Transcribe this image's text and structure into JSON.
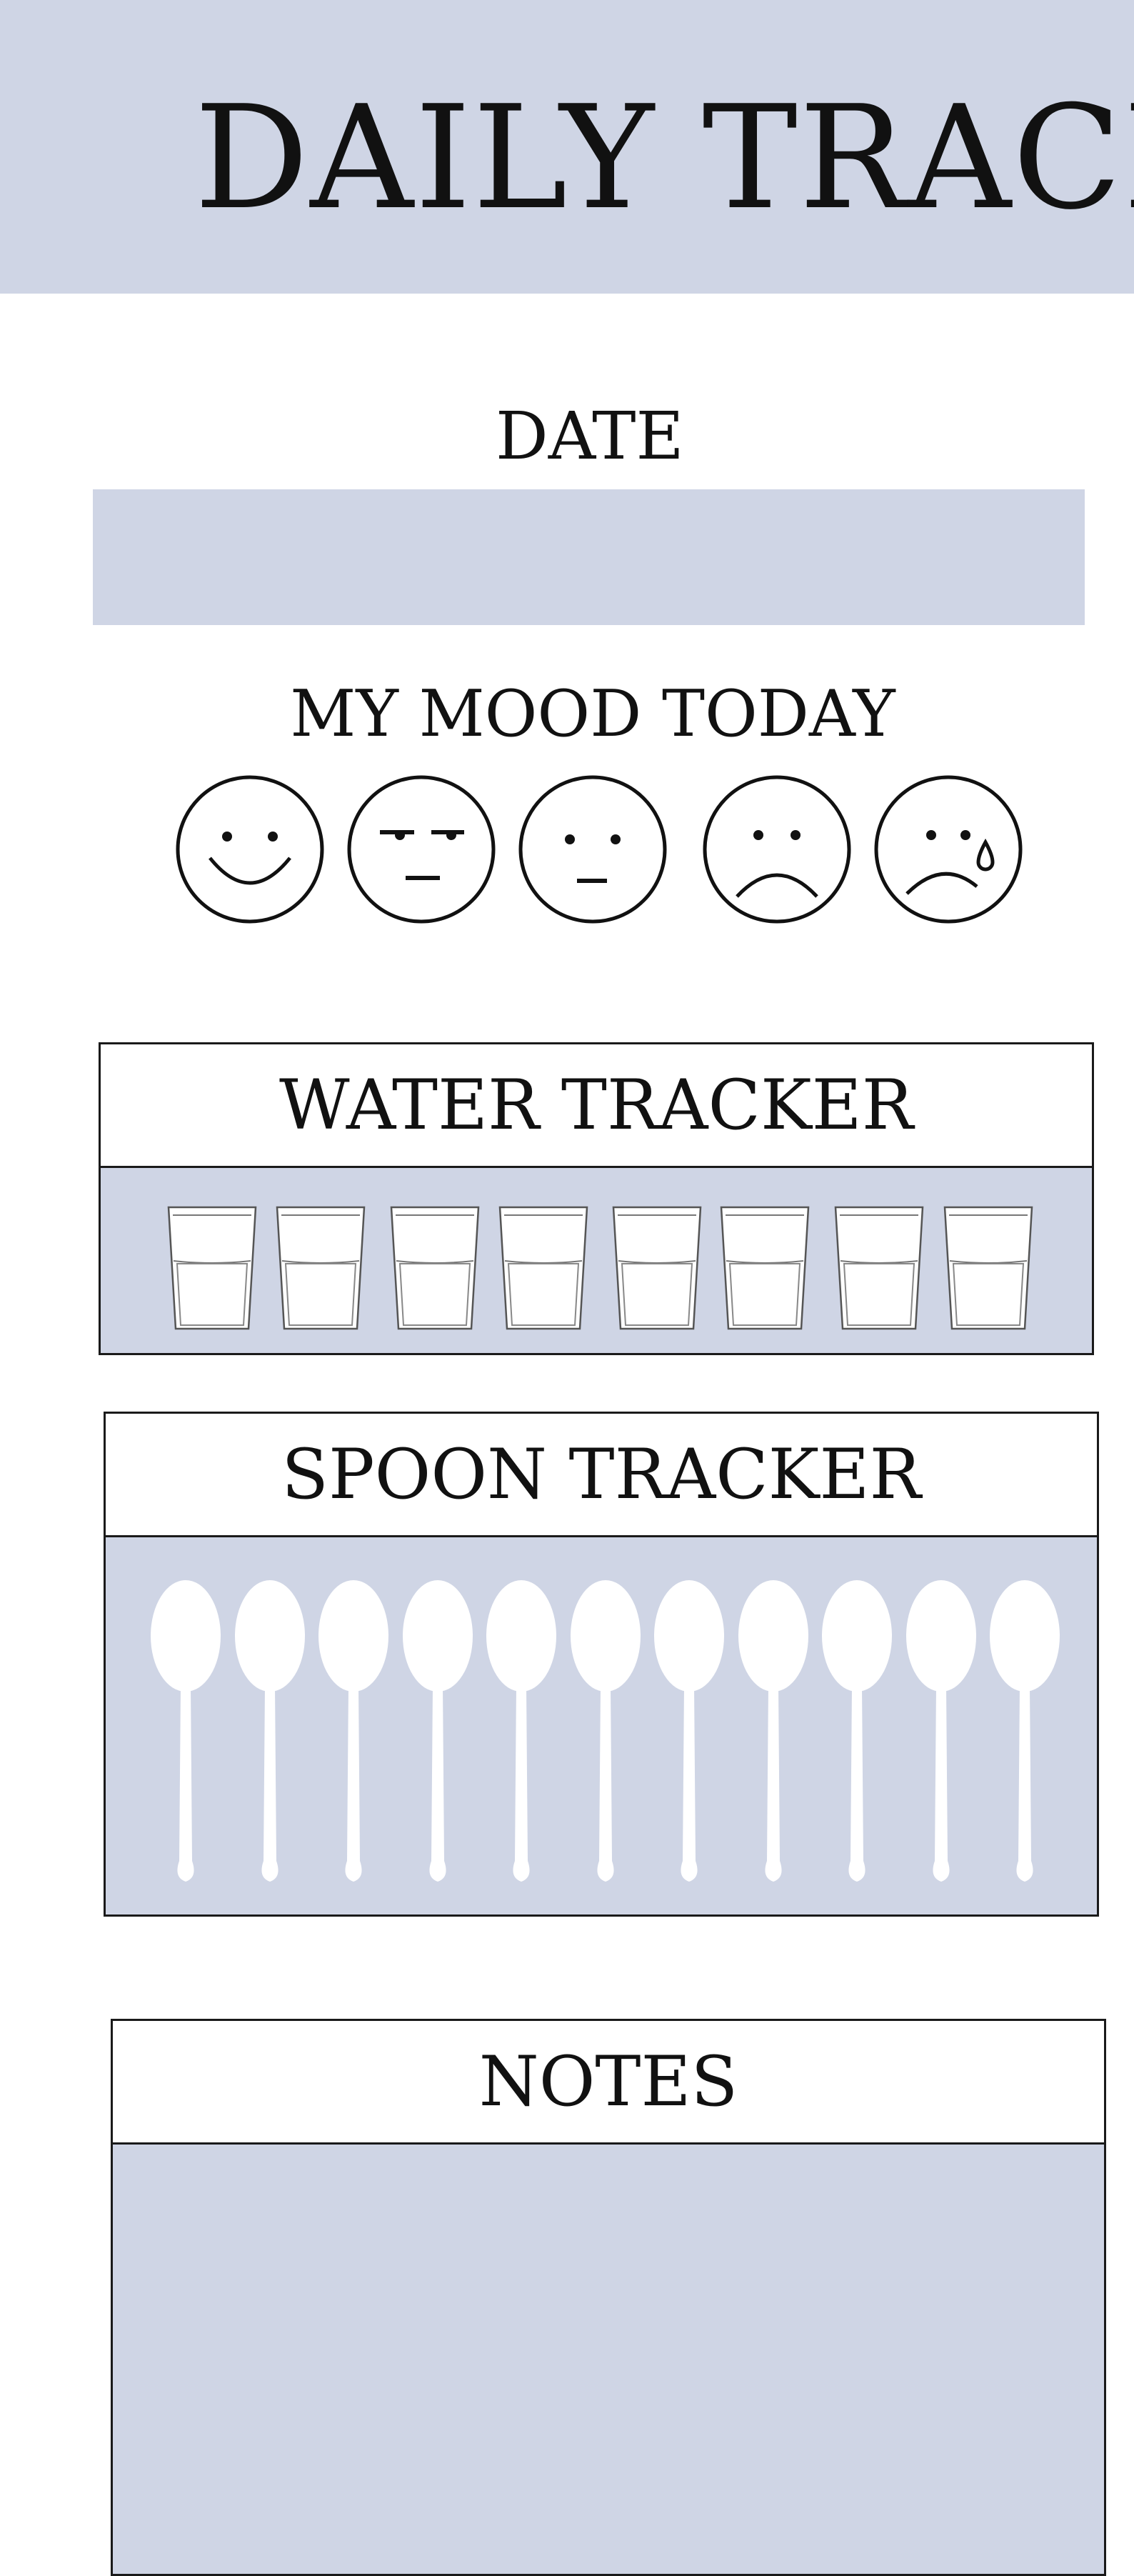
{
  "header": {
    "title": "DAILY TRACK"
  },
  "date": {
    "label": "DATE",
    "value": ""
  },
  "mood": {
    "label": "MY MOOD TODAY",
    "options": [
      "smile-icon",
      "annoyed-face-icon",
      "neutral-face-icon",
      "sad-face-icon",
      "crying-face-icon"
    ]
  },
  "water": {
    "title": "WATER TRACKER",
    "glass_count": 8,
    "glass_icon": "water-glass-icon"
  },
  "spoon": {
    "title": "SPOON TRACKER",
    "spoon_count": 11,
    "spoon_icon": "spoon-icon"
  },
  "notes": {
    "title": "NOTES",
    "value": ""
  },
  "colors": {
    "accent": "#cfd5e5",
    "ink": "#111111",
    "paper": "#ffffff"
  }
}
